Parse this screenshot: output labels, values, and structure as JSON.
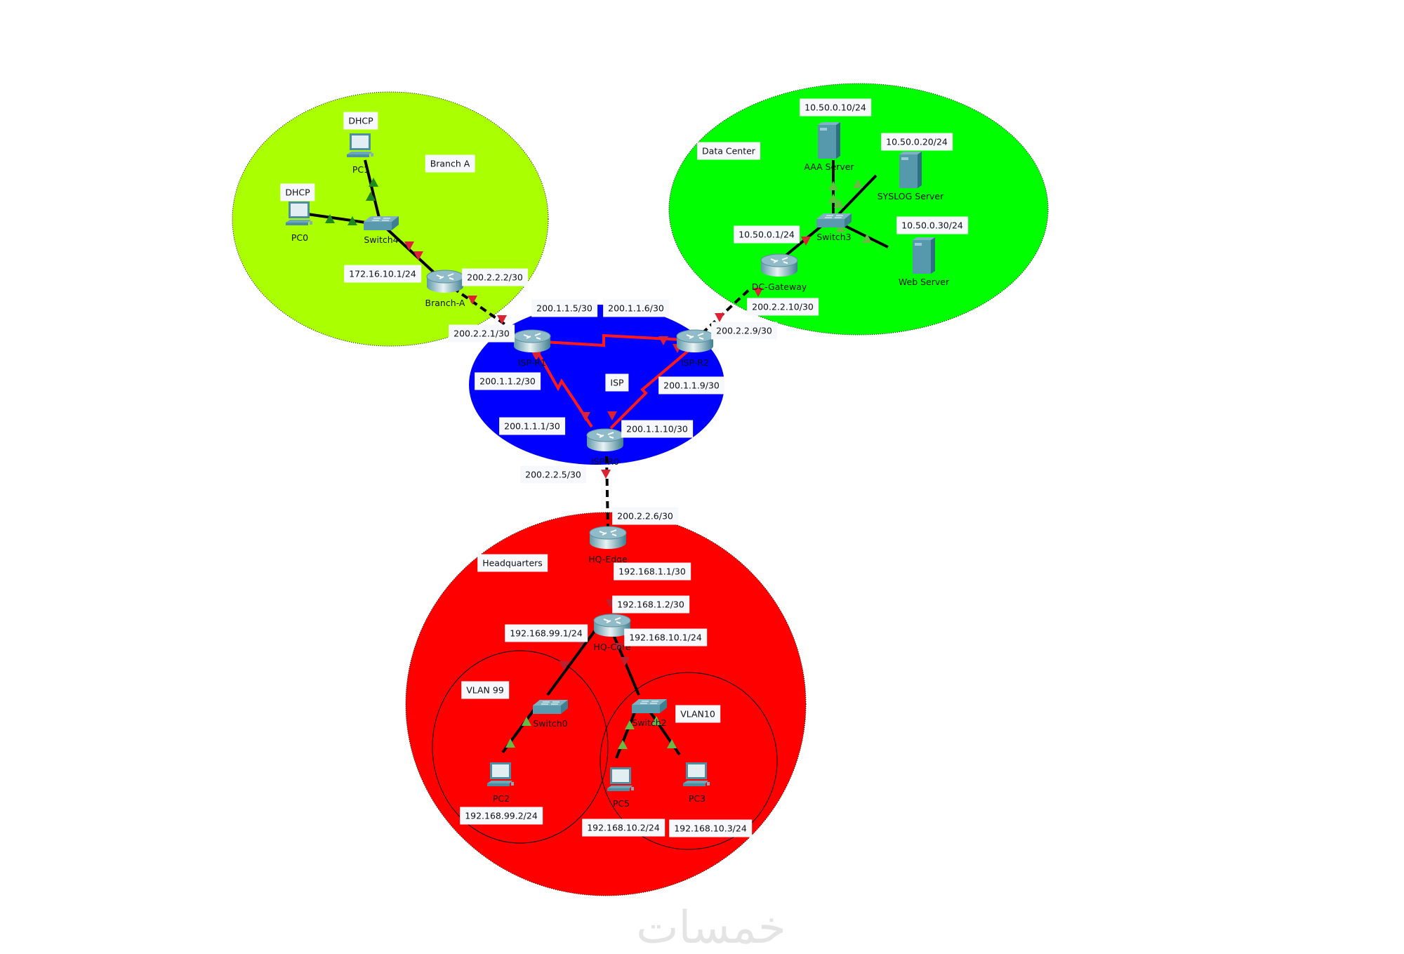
{
  "colors": {
    "branch": "#aaff00",
    "datacenter": "#00ff00",
    "isp": "#0000ff",
    "hq": "#ff0000",
    "link_up": "#4caf50",
    "link_down": "#dd2233",
    "isp_link": "#ff1a1a"
  },
  "areas": {
    "branch_a": "Branch A",
    "data_center": "Data Center",
    "isp": "ISP",
    "headquarters": "Headquarters",
    "vlan99": "VLAN 99",
    "vlan10": "VLAN10"
  },
  "devices": {
    "pc1": "PC1",
    "pc0": "PC0",
    "switch4": "Switch4",
    "branch_a": "Branch-A",
    "isp_r1": "ISP-R1",
    "isp_r2": "ISP-R2",
    "isp_r0": "ISP-R0",
    "hq_edge": "HQ-Edge",
    "hq_core": "HQ-Core",
    "switch0": "Switch0",
    "switch2": "Switch2",
    "pc2": "PC2",
    "pc5": "PC5",
    "pc3": "PC3",
    "dc_gateway": "DC-Gateway",
    "switch3": "Switch3",
    "aaa_server": "AAA Server",
    "syslog_server": "SYSLOG Server",
    "web_server": "Web Server"
  },
  "addresses": {
    "pc1": "DHCP",
    "pc0": "DHCP",
    "branch_lan": "172.16.10.1/24",
    "branch_wan": "200.2.2.2/30",
    "isp_r1_branch": "200.2.2.1/30",
    "isp_r1_r2": "200.1.1.5/30",
    "isp_r2_r1": "200.1.1.6/30",
    "isp_r2_dc": "200.2.2.9/30",
    "isp_r1_r0": "200.1.1.2/30",
    "isp_r2_r0": "200.1.1.9/30",
    "isp_r0_r1": "200.1.1.1/30",
    "isp_r0_r2": "200.1.1.10/30",
    "isp_r0_hq": "200.2.2.5/30",
    "hq_edge_wan": "200.2.2.6/30",
    "hq_edge_lan": "192.168.1.1/30",
    "hq_core_up": "192.168.1.2/30",
    "hq_core_vlan99": "192.168.99.1/24",
    "hq_core_vlan10": "192.168.10.1/24",
    "pc2": "192.168.99.2/24",
    "pc5": "192.168.10.2/24",
    "pc3": "192.168.10.3/24",
    "aaa": "10.50.0.10/24",
    "syslog": "10.50.0.20/24",
    "web": "10.50.0.30/24",
    "dc_lan": "10.50.0.1/24",
    "dc_wan": "200.2.2.10/30"
  },
  "watermark": "خمسات"
}
